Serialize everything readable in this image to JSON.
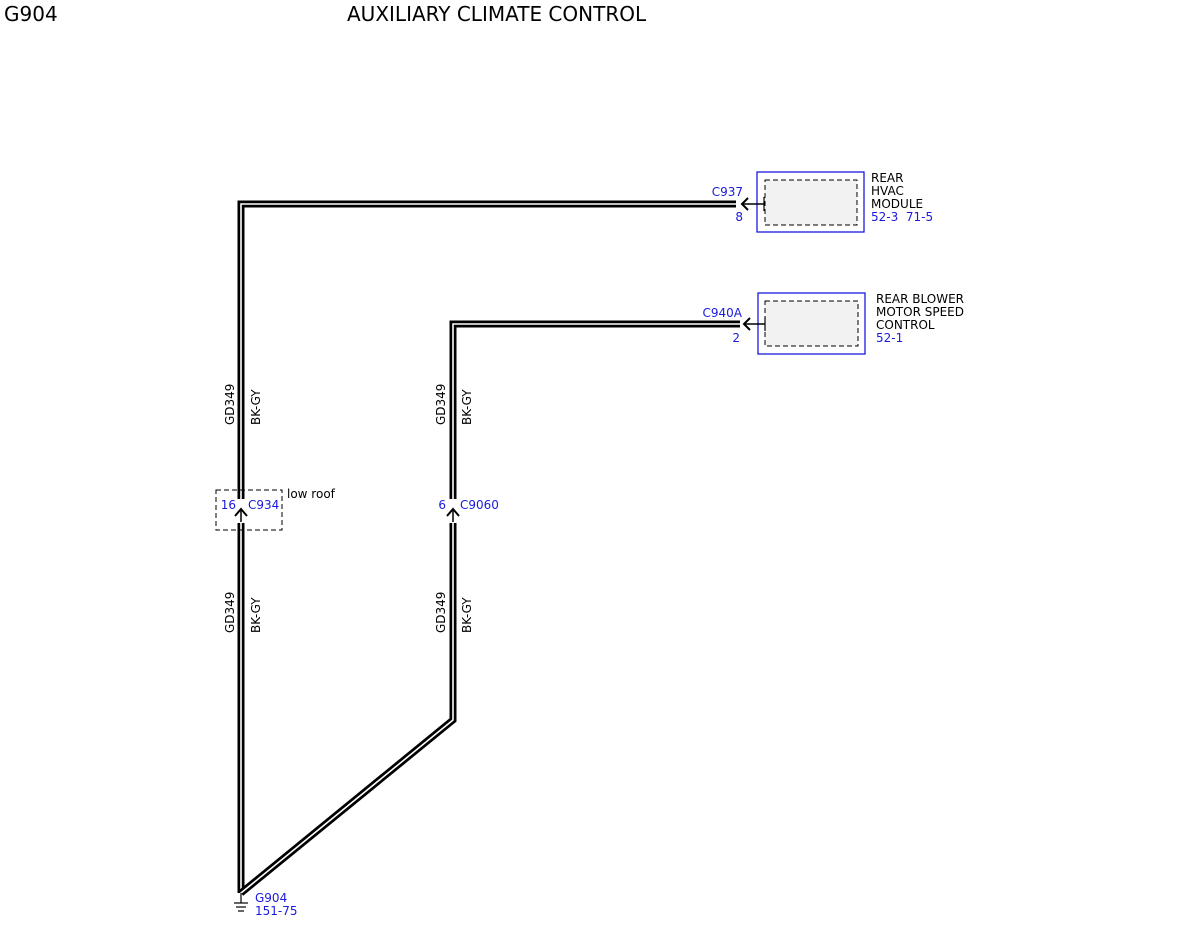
{
  "header": {
    "page_id": "G904",
    "title": "AUXILIARY CLIMATE CONTROL"
  },
  "components": {
    "rear_hvac": {
      "name_lines": [
        "REAR",
        "HVAC",
        "MODULE"
      ],
      "refs": "52-3  71-5",
      "connector": "C937",
      "pin": "8"
    },
    "rear_blower": {
      "name_lines": [
        "REAR BLOWER",
        "MOTOR SPEED",
        "CONTROL"
      ],
      "refs": "52-1",
      "connector": "C940A",
      "pin": "2"
    }
  },
  "inline_connectors": {
    "c934": {
      "pin": "16",
      "connector": "C934",
      "note": "low roof"
    },
    "c9060": {
      "pin": "6",
      "connector": "C9060"
    }
  },
  "wires": {
    "left_upper": {
      "circuit": "GD349",
      "color": "BK-GY"
    },
    "left_lower": {
      "circuit": "GD349",
      "color": "BK-GY"
    },
    "right_upper": {
      "circuit": "GD349",
      "color": "BK-GY"
    },
    "right_lower": {
      "circuit": "GD349",
      "color": "BK-GY"
    }
  },
  "ground": {
    "name": "G904",
    "ref": "151-75"
  },
  "colors": {
    "wire": "#000000",
    "connector_label": "#1a1adf",
    "component_box": "#1a1adf",
    "component_fill": "#f2f2f2"
  }
}
